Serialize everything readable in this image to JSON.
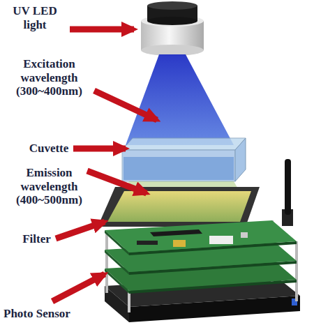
{
  "diagram": {
    "labels": [
      "UV LED light",
      "Excitation wavelength (300~400nm)",
      "Cuvette",
      "Emission wavelength (400~500nm)",
      "Filter",
      "Photo Sensor"
    ]
  }
}
